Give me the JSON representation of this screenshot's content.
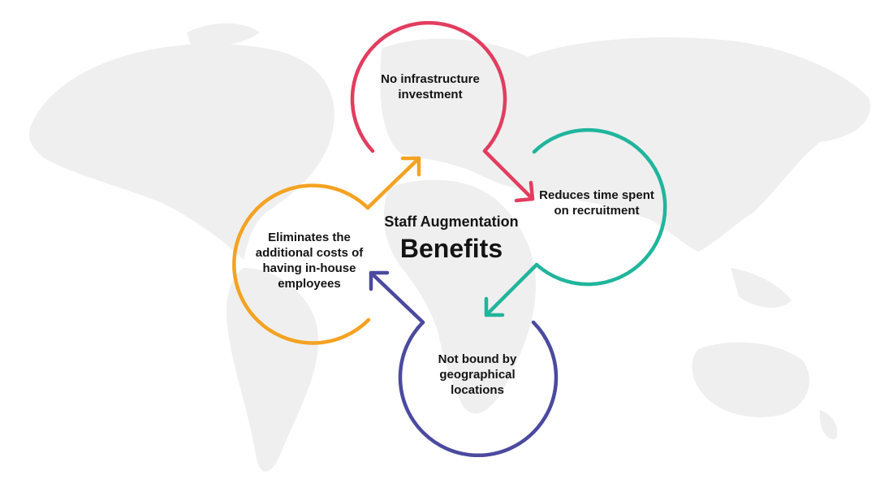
{
  "title": {
    "line1": "Staff Augmentation",
    "line2": "Benefits"
  },
  "benefits": [
    {
      "id": "top",
      "label": "No infrastructure investment",
      "color": "#E23D5F"
    },
    {
      "id": "right",
      "label": "Reduces time spent on recruitment",
      "color": "#20B59C"
    },
    {
      "id": "bottom",
      "label": "Not bound by geographical locations",
      "color": "#4B4A9F"
    },
    {
      "id": "left",
      "label": "Eliminates the additional costs of having in-house employees",
      "color": "#F4A222"
    }
  ],
  "colors": {
    "map": "#EFEFEF",
    "text": "#141414"
  }
}
